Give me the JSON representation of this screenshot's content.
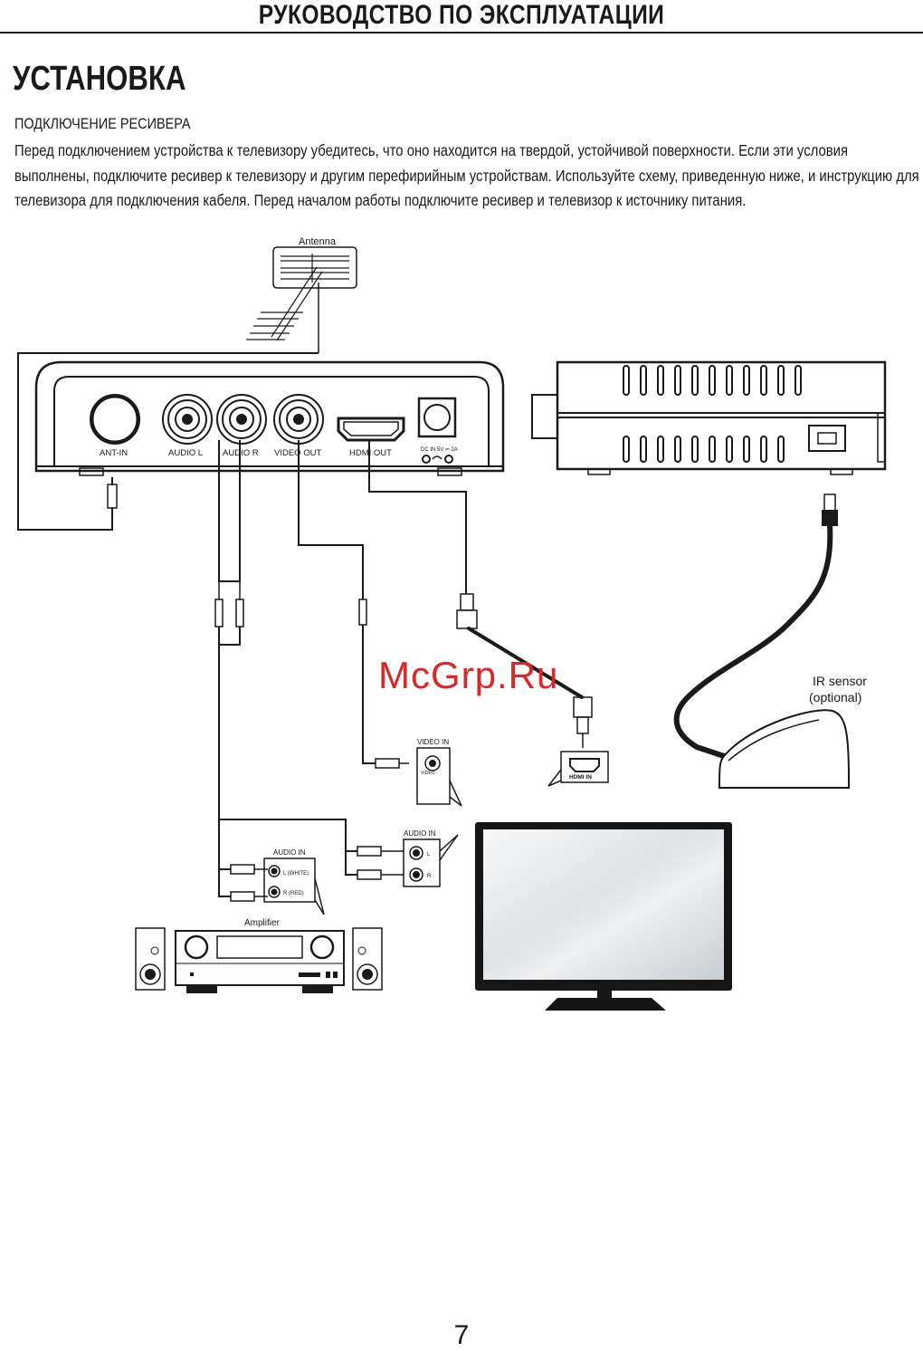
{
  "header": {
    "title": "РУКОВОДСТВО ПО ЭКСПЛУАТАЦИИ"
  },
  "section": {
    "title": "УСТАНОВКА",
    "subtitle": "ПОДКЛЮЧЕНИЕ РЕСИВЕРА",
    "paragraph": "Перед подключением устройства к телевизору убедитесь, что оно находится на твердой, устойчивой поверхности. Если эти условия выполнены, подключите ресивер к телевизору и другим перефирийным устройствам. Используйте схему, приведенную ниже, и инструкцию для телевизора для подключения кабеля. Перед началом работы подключите ресивер и телевизор к источнику питания."
  },
  "diagram": {
    "antenna_label": "Antenna",
    "receiver_ports": {
      "ant_in": "ANT-IN",
      "audio_l": "AUDIO L",
      "audio_r": "AUDIO R",
      "video_out": "VIDEO OUT",
      "hdmi_out": "HDMI OUT",
      "dc_in": "DC IN 5V ⎓ 2A"
    },
    "ir_sensor": {
      "line1": "IR sensor",
      "line2": "(optional)"
    },
    "tv_video_in": {
      "title": "VIDEO IN",
      "jack": "VIDEO"
    },
    "tv_hdmi_in": "HDMI IN",
    "tv_audio_in": {
      "title": "AUDIO IN",
      "left": "L",
      "right": "R"
    },
    "amp_audio_in": {
      "title": "AUDIO IN",
      "left": "L (WHITE)",
      "right": "R (RED)"
    },
    "amplifier_label": "Amplifier"
  },
  "watermark": "McGrp.Ru",
  "page_number": "7"
}
